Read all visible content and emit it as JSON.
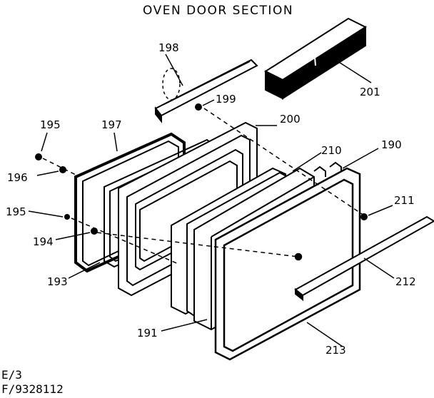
{
  "diagram": {
    "title": "OVEN DOOR SECTION",
    "callouts": {
      "198": "198",
      "199": "199",
      "200": "200",
      "201": "201",
      "195a": "195",
      "197": "197",
      "196": "196",
      "210": "210",
      "190": "190",
      "195b": "195",
      "194": "194",
      "211": "211",
      "193": "193",
      "212": "212",
      "191": "191",
      "213": "213"
    },
    "footer": {
      "line1": "E/3",
      "line2": "F/9328112"
    }
  }
}
